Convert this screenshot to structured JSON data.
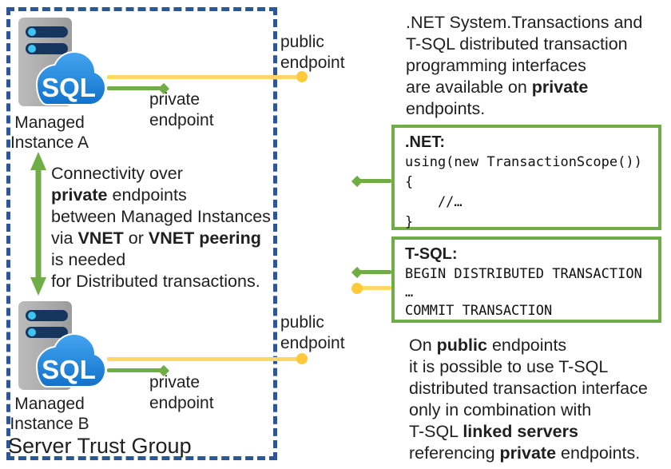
{
  "colors": {
    "accent_green": "#70AD47",
    "yellow_line": "#FFD766",
    "yellow_dot": "#FFC93C",
    "trust_border_blue": "#2B579A",
    "cloud_blue_top": "#45A5F1",
    "cloud_blue_bottom": "#1272CB",
    "server_gray": "#A6A6A6",
    "server_slot_navy": "#16365F",
    "slot_dot_cyan": "#3EC4EE"
  },
  "trust_group": {
    "label": "Server Trust Group"
  },
  "instance_a": {
    "sql": "SQL",
    "name_line1": "Managed",
    "name_line2": "Instance A",
    "private_line1": "private",
    "private_line2": "endpoint",
    "public_line1": "public",
    "public_line2": "endpoint"
  },
  "instance_b": {
    "sql": "SQL",
    "name_line1": "Managed",
    "name_line2": "Instance B",
    "private_line1": "private",
    "private_line2": "endpoint",
    "public_line1": "public",
    "public_line2": "endpoint"
  },
  "connectivity_note": {
    "l1": "Connectivity over",
    "l2_b": "private",
    "l2_r": " endpoints",
    "l3": "between Managed Instances",
    "l4_r1": "via ",
    "l4_b1": "VNET",
    "l4_r2": " or ",
    "l4_b2": "VNET peering",
    "l5": "is needed",
    "l6": "for Distributed transactions."
  },
  "net_note": {
    "l1": ".NET System.Transactions and",
    "l2": "T-SQL distributed transaction",
    "l3": "programming interfaces",
    "l4_r": "are available on ",
    "l4_b": "private",
    "l5": "endpoints."
  },
  "net_box": {
    "title": ".NET:",
    "lines": [
      "using(new TransactionScope())",
      "{",
      "    //…",
      "}"
    ]
  },
  "tsql_box": {
    "title": "T-SQL:",
    "lines": [
      "BEGIN DISTRIBUTED TRANSACTION",
      "…",
      "COMMIT TRANSACTION"
    ]
  },
  "public_note": {
    "l1_r1": "On ",
    "l1_b": "public",
    "l1_r2": " endpoints",
    "l2": "it is possible to use T-SQL",
    "l3": "distributed transaction interface",
    "l4": "only in combination with",
    "l5_r": "T-SQL ",
    "l5_b": "linked servers",
    "l6_r1": "referencing ",
    "l6_b": "private",
    "l6_r2": " endpoints."
  }
}
